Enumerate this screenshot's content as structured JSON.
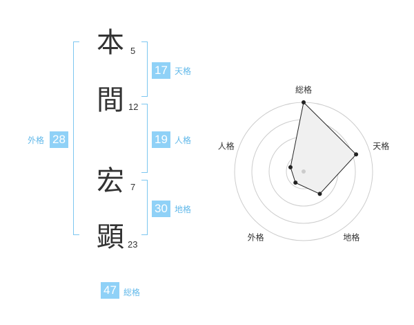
{
  "name": {
    "chars": [
      {
        "char": "本",
        "strokes": "5"
      },
      {
        "char": "間",
        "strokes": "12"
      },
      {
        "char": "宏",
        "strokes": "7"
      },
      {
        "char": "顕",
        "strokes": "23"
      }
    ]
  },
  "fortunes": {
    "tenkaku": {
      "value": "17",
      "label": "天格"
    },
    "jinkaku": {
      "value": "19",
      "label": "人格"
    },
    "chikaku": {
      "value": "30",
      "label": "地格"
    },
    "gaikaku": {
      "value": "28",
      "label": "外格"
    },
    "soukaku": {
      "value": "47",
      "label": "総格"
    }
  },
  "chart_data": {
    "type": "radar",
    "axes": [
      "総格",
      "天格",
      "地格",
      "外格",
      "人格"
    ],
    "rmax": 5,
    "rings": 4,
    "values": [
      5,
      4,
      2,
      1,
      1
    ],
    "colors": {
      "fill": "#f0f0f0",
      "line": "#222222",
      "grid": "#cccccc",
      "center": "#cccccc"
    }
  }
}
